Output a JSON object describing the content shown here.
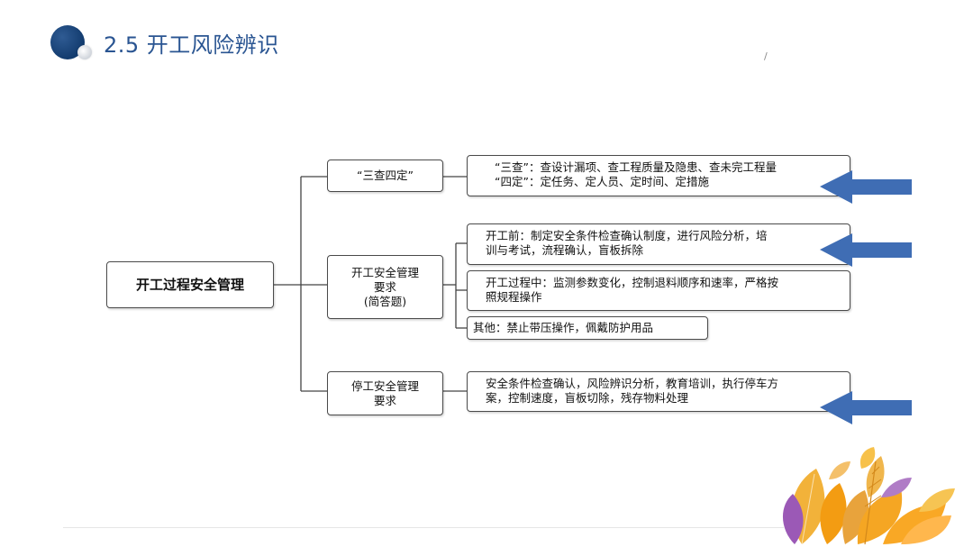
{
  "header": {
    "title": "2.5 开工风险辨识",
    "faint_text": "/"
  },
  "diagram": {
    "root": "开工过程安全管理",
    "branch1": {
      "label": "“三查四定”",
      "detail_line1": "“三查”：查设计漏项、查工程质量及隐患、查未完工程量",
      "detail_line2": "“四定”：定任务、定人员、定时间、定措施"
    },
    "branch2": {
      "label_line1": "开工安全管理",
      "label_line2": "要求",
      "label_line3": "(简答题)",
      "detail1_line1": "开工前：制定安全条件检查确认制度，进行风险分析，培",
      "detail1_line2": "训与考试，流程确认，盲板拆除",
      "detail2_line1": "开工过程中：监测参数变化，控制退料顺序和速率，严格按",
      "detail2_line2": "照规程操作",
      "detail3": "其他：禁止带压操作，佩戴防护用品"
    },
    "branch3": {
      "label_line1": "停工安全管理",
      "label_line2": "要求",
      "detail_line1": "安全条件检查确认，风险辨识分析，教育培训，执行停车方",
      "detail_line2": "案，控制速度，盲板切除，残存物料处理"
    }
  },
  "colors": {
    "title": "#2a5592",
    "arrow": "#3f6db4",
    "leaf_orange": "#f5a623",
    "leaf_purple": "#9b59b6"
  }
}
